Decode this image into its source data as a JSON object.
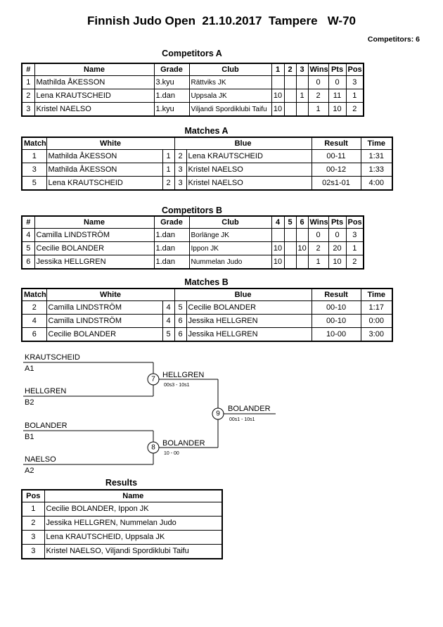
{
  "page": {
    "title": "Finnish Judo Open  21.10.2017  Tampere   W-70",
    "competitors_count": "Competitors: 6"
  },
  "colors": {
    "text": "#000000",
    "background": "#ffffff",
    "border": "#000000"
  },
  "competitors_a": {
    "heading": "Competitors A",
    "headers": {
      "num": "#",
      "name": "Name",
      "grade": "Grade",
      "club": "Club",
      "c1": "1",
      "c2": "2",
      "c3": "3",
      "wins": "Wins",
      "pts": "Pts",
      "pos": "Pos"
    },
    "rows": [
      [
        "1",
        "Mathilda ÅKESSON",
        "3.kyu",
        "Rättviks JK",
        "",
        "",
        "",
        "0",
        "0",
        "3"
      ],
      [
        "2",
        "Lena KRAUTSCHEID",
        "1.dan",
        "Uppsala JK",
        "10",
        "",
        "1",
        "2",
        "11",
        "1"
      ],
      [
        "3",
        "Kristel NAELSO",
        "1.kyu",
        "Viljandi Spordiklubi Taifu",
        "10",
        "",
        "",
        "1",
        "10",
        "2"
      ]
    ]
  },
  "matches_a": {
    "heading": "Matches A",
    "headers": {
      "match": "Match",
      "white": "White",
      "blue": "Blue",
      "result": "Result",
      "time": "Time"
    },
    "rows": [
      [
        "1",
        "Mathilda ÅKESSON",
        "1",
        "2",
        "Lena KRAUTSCHEID",
        "00-11",
        "1:31"
      ],
      [
        "3",
        "Mathilda ÅKESSON",
        "1",
        "3",
        "Kristel NAELSO",
        "00-12",
        "1:33"
      ],
      [
        "5",
        "Lena KRAUTSCHEID",
        "2",
        "3",
        "Kristel NAELSO",
        "02s1-01",
        "4:00"
      ]
    ]
  },
  "competitors_b": {
    "heading": "Competitors B",
    "headers": {
      "num": "#",
      "name": "Name",
      "grade": "Grade",
      "club": "Club",
      "c1": "4",
      "c2": "5",
      "c3": "6",
      "wins": "Wins",
      "pts": "Pts",
      "pos": "Pos"
    },
    "rows": [
      [
        "4",
        "Camilla LINDSTRÖM",
        "1.dan",
        "Borlänge JK",
        "",
        "",
        "",
        "0",
        "0",
        "3"
      ],
      [
        "5",
        "Cecilie BOLANDER",
        "1.dan",
        "Ippon JK",
        "10",
        "",
        "10",
        "2",
        "20",
        "1"
      ],
      [
        "6",
        "Jessika HELLGREN",
        "1.dan",
        "Nummelan Judo",
        "10",
        "",
        "",
        "1",
        "10",
        "2"
      ]
    ]
  },
  "matches_b": {
    "heading": "Matches B",
    "headers": {
      "match": "Match",
      "white": "White",
      "blue": "Blue",
      "result": "Result",
      "time": "Time"
    },
    "rows": [
      [
        "2",
        "Camilla LINDSTRÖM",
        "4",
        "5",
        "Cecilie BOLANDER",
        "00-10",
        "1:17"
      ],
      [
        "4",
        "Camilla LINDSTRÖM",
        "4",
        "6",
        "Jessika HELLGREN",
        "00-10",
        "0:00"
      ],
      [
        "6",
        "Cecilie BOLANDER",
        "5",
        "6",
        "Jessika HELLGREN",
        "10-00",
        "3:00"
      ]
    ]
  },
  "bracket": {
    "semi1": {
      "top_name": "KRAUTSCHEID",
      "top_code": "A1",
      "bottom_name": "HELLGREN",
      "bottom_code": "B2",
      "node": "7",
      "winner": "HELLGREN",
      "score": "00s3 - 10s1"
    },
    "semi2": {
      "top_name": "BOLANDER",
      "top_code": "B1",
      "bottom_name": "NAELSO",
      "bottom_code": "A2",
      "node": "8",
      "winner": "BOLANDER",
      "score": "10 - 00"
    },
    "final": {
      "node": "9",
      "winner": "BOLANDER",
      "score": "00s1 - 10s1"
    }
  },
  "results": {
    "heading": "Results",
    "headers": {
      "pos": "Pos",
      "name": "Name"
    },
    "rows": [
      [
        "1",
        "Cecilie BOLANDER, Ippon JK"
      ],
      [
        "2",
        "Jessika HELLGREN, Nummelan Judo"
      ],
      [
        "3",
        "Lena KRAUTSCHEID, Uppsala JK"
      ],
      [
        "3",
        "Kristel NAELSO, Viljandi Spordiklubi Taifu"
      ]
    ]
  }
}
